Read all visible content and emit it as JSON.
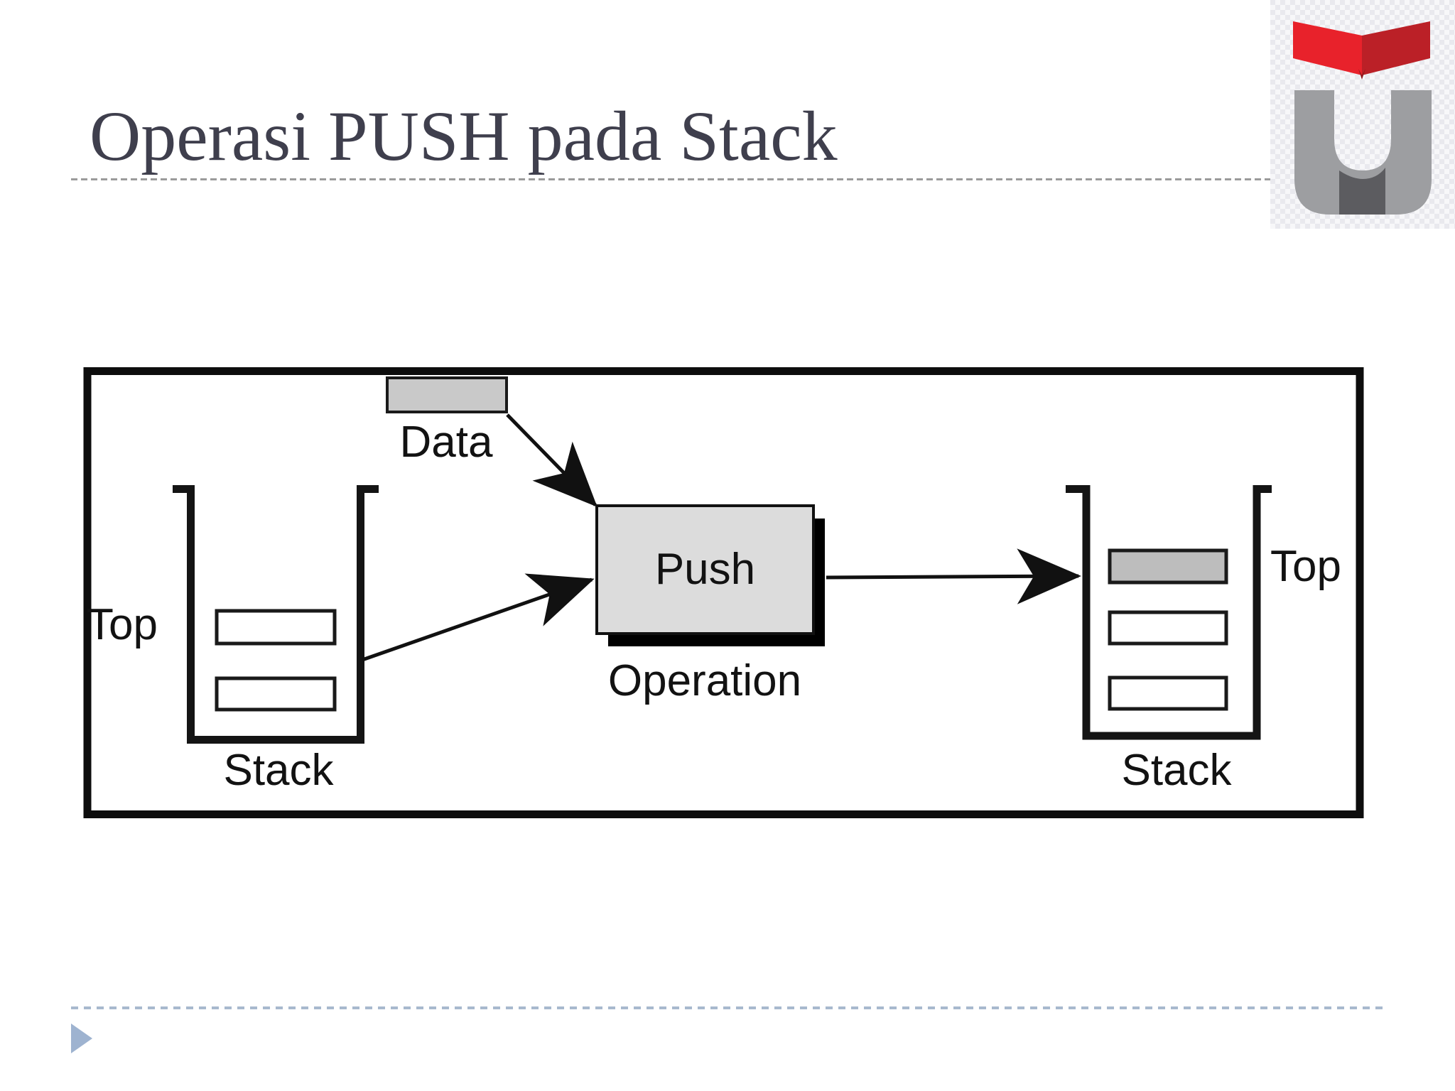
{
  "slide": {
    "title": "Operasi PUSH pada Stack"
  },
  "diagram": {
    "data_box": {
      "label": "Data",
      "fill": "#c9c9c9"
    },
    "operation_box": {
      "label": "Push",
      "caption": "Operation",
      "fill": "#dcdcdc"
    },
    "left_stack": {
      "top_label": "Top",
      "label": "Stack",
      "cells": [
        "empty",
        "empty"
      ]
    },
    "right_stack": {
      "top_label": "Top",
      "label": "Stack",
      "cells": [
        "pushed-data",
        "empty",
        "empty"
      ]
    },
    "arrows": [
      "data-to-push",
      "left-stack-to-push",
      "push-to-right-stack"
    ]
  },
  "logo": {
    "name": "university-logo",
    "book_color": "#e8222b",
    "book_color_dark": "#bb2027",
    "u_color": "#9d9ea1",
    "u_color_dark": "#5c5c60"
  },
  "colors": {
    "title_text": "#3f3f4d",
    "diagram_stroke": "#111111",
    "pushed_cell_fill": "#bdbdbd",
    "title_rule": "#9b9b9b",
    "footer_rule": "#a8b9ce",
    "footer_bullet": "#9eb3d0"
  }
}
